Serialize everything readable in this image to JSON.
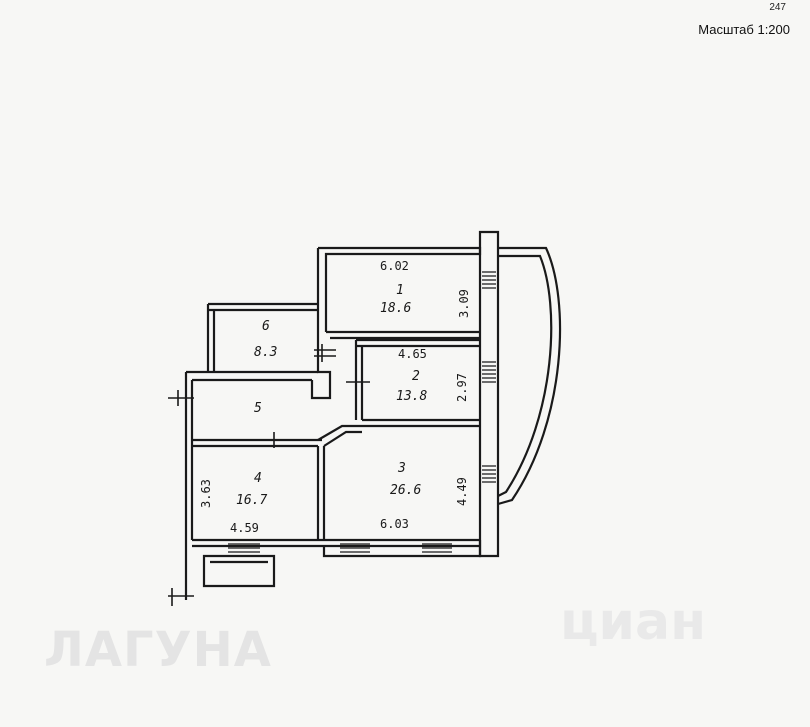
{
  "header": {
    "page_number": "247",
    "scale": "Масштаб 1:200"
  },
  "rooms": [
    {
      "number": "1",
      "area": "18.6",
      "dims": [
        "6.02",
        "3.09"
      ]
    },
    {
      "number": "2",
      "area": "13.8",
      "dims": [
        "4.65",
        "2.97"
      ]
    },
    {
      "number": "3",
      "area": "26.6",
      "dims": [
        "6.03",
        "4.49"
      ]
    },
    {
      "number": "4",
      "area": "16.7",
      "dims": [
        "4.59",
        "3.63"
      ]
    },
    {
      "number": "5",
      "area": "",
      "dims": []
    },
    {
      "number": "6",
      "area": "8.3",
      "dims": []
    }
  ],
  "watermarks": {
    "left": "ЛАГУНА",
    "right": "циан"
  }
}
